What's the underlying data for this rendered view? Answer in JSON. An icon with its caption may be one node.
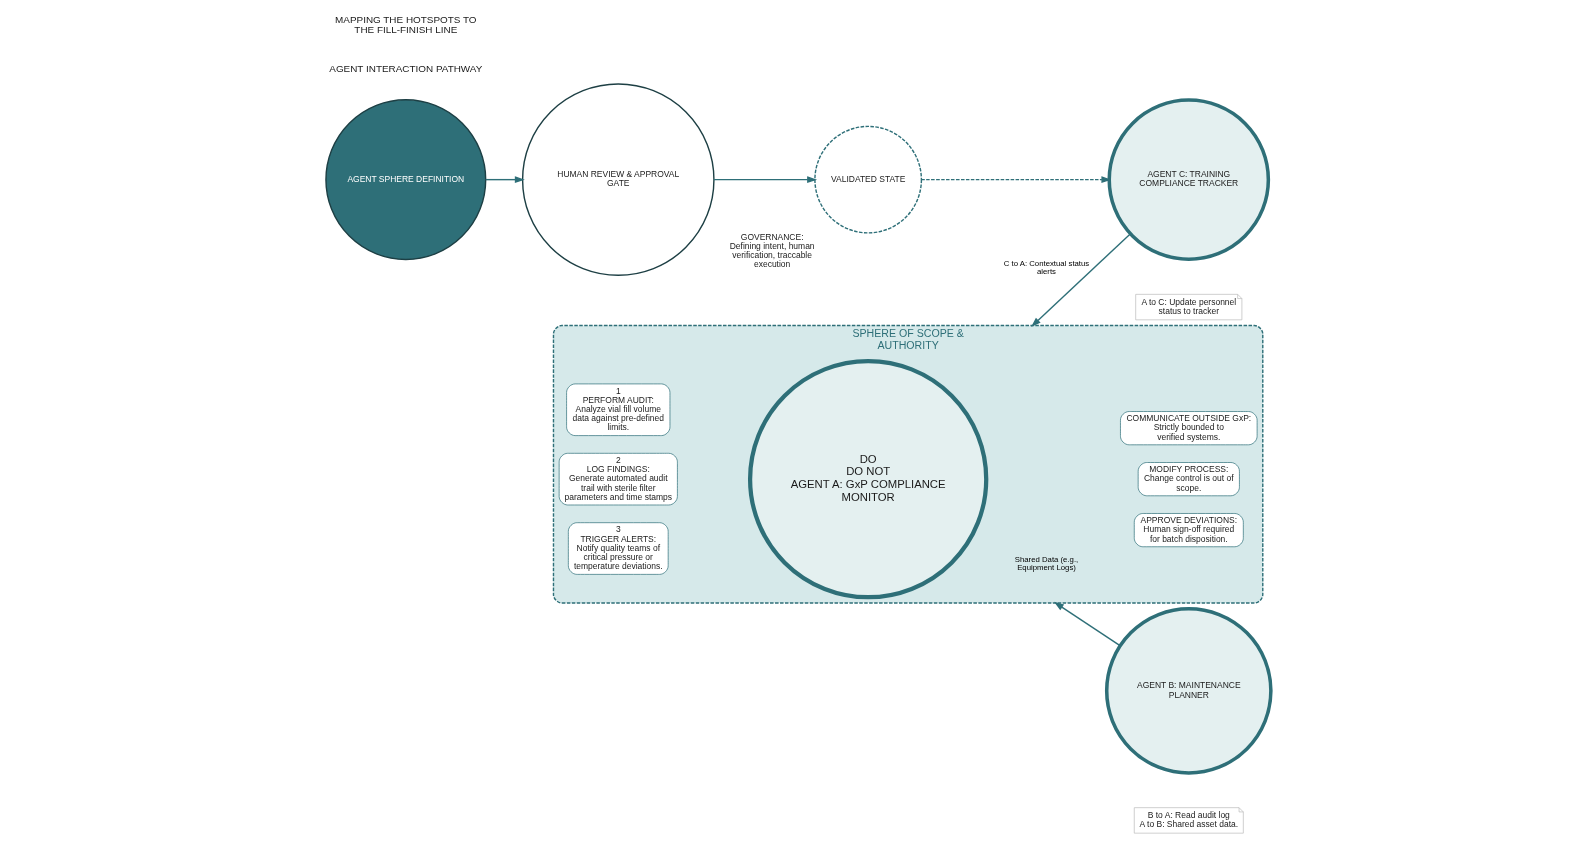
{
  "diagram": {
    "nodes": [
      {
        "text": [
          "SPHERE OF SCOPE & AUTHORITY"
        ]
      },
      {
        "text": [
          "DO",
          "DO NOT",
          "AGENT A: GxP COMPLIANCE MONITOR"
        ],
        "in": 0
      },
      {
        "text": [
          "1",
          "PERFORM AUDIT:",
          "Analyze vial fill volume data against pre-defined limits."
        ],
        "in": 0
      },
      {
        "text": [
          "2",
          "LOG FINDINGS:",
          "Generate automated audit trail with sterile filter parameters and time stamps"
        ],
        "in": 0
      },
      {
        "text": [
          "3",
          "TRIGGER ALERTS:",
          "Notify quality teams of critical pressure or temperature deviations."
        ],
        "in": 0
      },
      {
        "text": [
          "APPROVE DEVIATIONS:",
          "Human sign-off required for batch disposition."
        ],
        "in": 0
      },
      {
        "text": [
          "MODIFY PROCESS:",
          "Change control is out of scope."
        ],
        "in": 0
      },
      {
        "text": [
          "COMMUNICATE OUTSIDE GxP:",
          "Strictly bounded to verified systems."
        ],
        "in": 0
      },
      {
        "text": [
          "AGENT B: MAINTENANCE PLANNER"
        ]
      },
      {
        "text": [
          "AGENT C: TRAINING COMPLIANCE TRACKER"
        ]
      },
      {
        "text": [
          "B to A: Read audit log",
          "A to B: Shared asset data."
        ]
      },
      {
        "text": [
          "A to C: Update personnel status to tracker"
        ]
      },
      {
        "text": [
          "AGENT SPHERE DEFINITION"
        ]
      },
      {
        "text": [
          "HUMAN REVIEW & APPROVAL GATE"
        ]
      },
      {
        "text": [
          "VALIDATED STATE"
        ],
        "beside": [
          "GOVERNANCE:",
          "Defining intent, human verification, traccable execution"
        ]
      }
    ],
    "edges": [
      {
        "from": 8,
        "to": 0,
        "arrow": "to",
        "label": "Shared Data (e.g., Equipment Logs)"
      },
      {
        "from": 9,
        "to": 0,
        "arrow": "to",
        "label": "C to A: Contextual status alerts"
      },
      {
        "from": 12,
        "to": 13,
        "arrow": "to"
      },
      {
        "from": 13,
        "to": 14,
        "arrow": "to"
      },
      {
        "from": 14,
        "to": 9,
        "arrow": "to",
        "style": "dashed"
      }
    ],
    "labels": [
      "AGENT INTERACTION PATHWAY",
      "MAPPING THE HOTSPOTS TO THE FILL-FINISH LINE"
    ]
  }
}
